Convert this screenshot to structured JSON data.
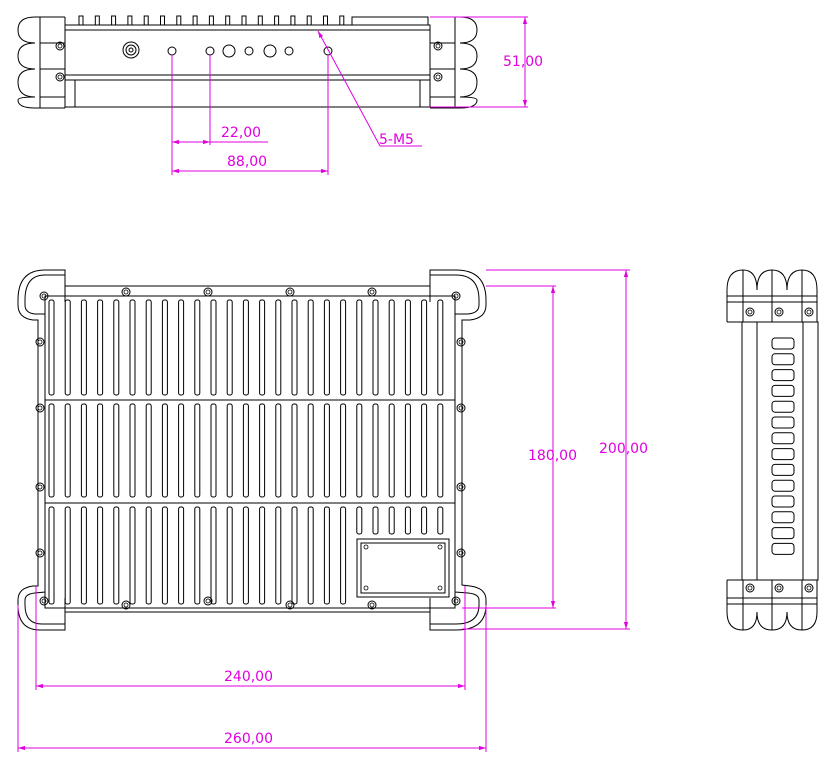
{
  "colors": {
    "line": "#000000",
    "dimension": "#e000e0",
    "background": "#ffffff"
  },
  "dimensions": {
    "height_front": "51,00",
    "spacing_small": "22,00",
    "spacing_large": "88,00",
    "thread": "5-M5",
    "inner_height": "180,00",
    "outer_height": "200,00",
    "inner_width": "240,00",
    "outer_width": "260,00"
  }
}
